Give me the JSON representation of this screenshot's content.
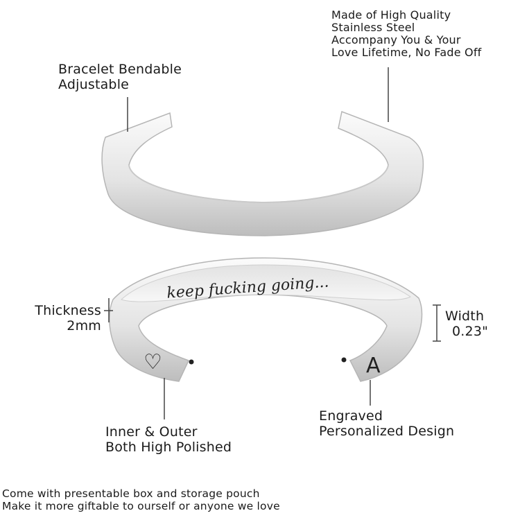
{
  "callouts": {
    "top_left": [
      "Bracelet Bendable",
      "Adjustable"
    ],
    "top_right": [
      "Made of High Quality",
      "Stainless Steel",
      "Accompany You & Your",
      "Love Lifetime, No Fade Off"
    ],
    "thickness": [
      "Thickness",
      "2mm"
    ],
    "width": [
      "Width",
      "0.23\""
    ],
    "polish": [
      "Inner & Outer",
      "Both High Polished"
    ],
    "engraved": [
      "Engraved",
      "Personalized Design"
    ]
  },
  "engraving": {
    "inner_text": "keep fucking going...",
    "initial": "A",
    "symbol": "♡"
  },
  "footer": [
    "Come with presentable box and storage pouch",
    "Make it more giftable to ourself or anyone we love"
  ],
  "colors": {
    "steel_light": "#f4f4f4",
    "steel_mid": "#d9d9d9",
    "steel_dark": "#a8a8a8",
    "line": "#444444"
  }
}
